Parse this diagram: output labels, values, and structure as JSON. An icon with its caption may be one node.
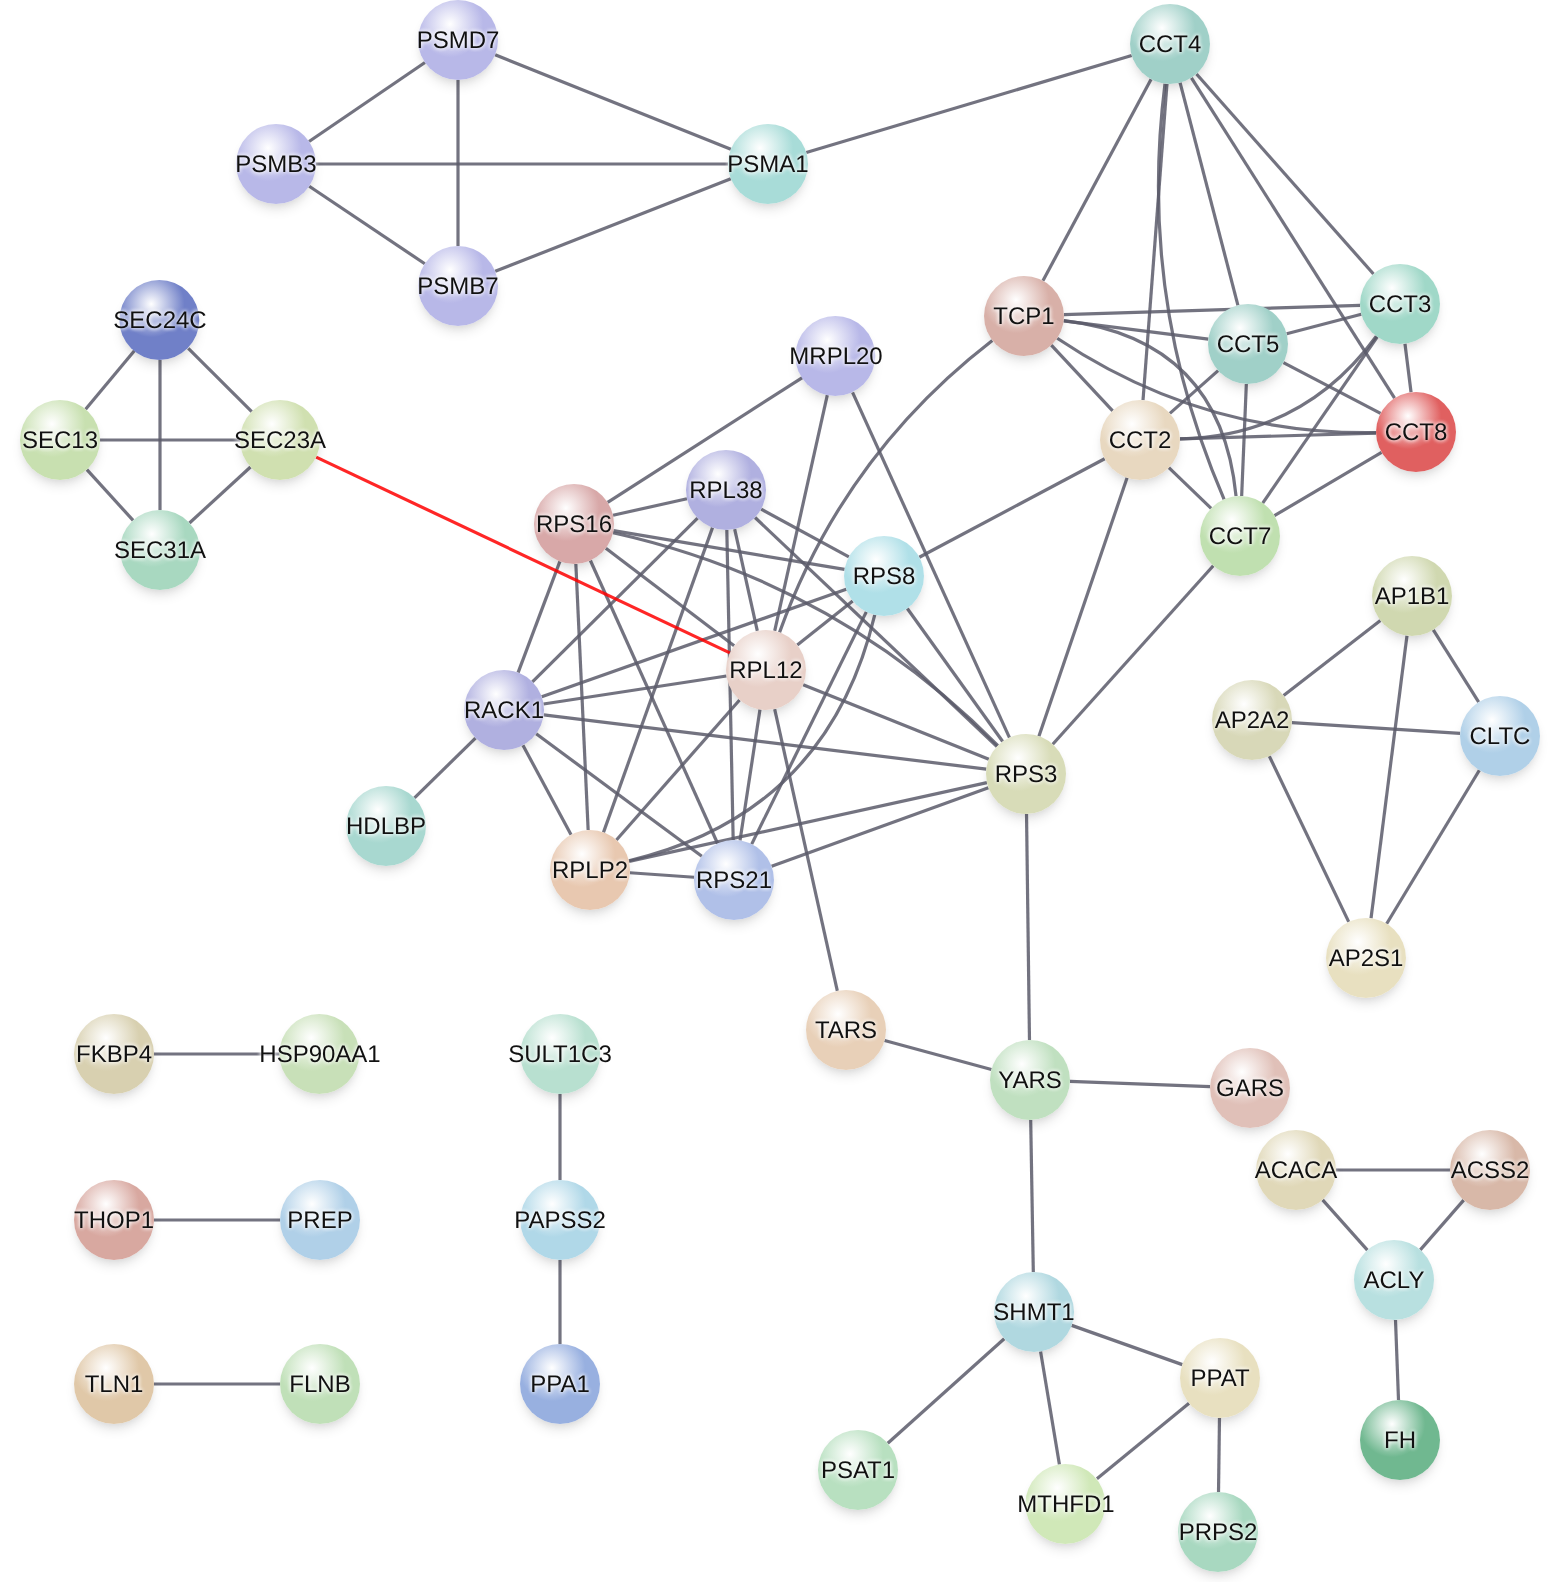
{
  "diagram": {
    "nodes": [
      {
        "text": [
          "PSMD7"
        ]
      },
      {
        "text": [
          "PSMB3"
        ]
      },
      {
        "text": [
          "PSMA1"
        ]
      },
      {
        "text": [
          "CCT4"
        ]
      },
      {
        "text": [
          "PSMB7"
        ]
      },
      {
        "text": [
          "TCP1"
        ]
      },
      {
        "text": [
          "CCT3"
        ]
      },
      {
        "text": [
          "CCT5"
        ]
      },
      {
        "text": [
          "MRPL20"
        ]
      },
      {
        "text": [
          "CCT2"
        ]
      },
      {
        "text": [
          "CCT8"
        ]
      },
      {
        "text": [
          "CCT7"
        ]
      },
      {
        "text": [
          "SEC24C"
        ]
      },
      {
        "text": [
          "RPL38"
        ]
      },
      {
        "text": [
          "RPS16"
        ]
      },
      {
        "text": [
          "RPS8"
        ]
      },
      {
        "text": [
          "SEC13"
        ]
      },
      {
        "text": [
          "SEC23A"
        ]
      },
      {
        "text": [
          "RPL12"
        ]
      },
      {
        "text": [
          "RACK1"
        ]
      },
      {
        "text": [
          "SEC31A"
        ]
      },
      {
        "text": [
          "AP1B1"
        ]
      },
      {
        "text": [
          "AP2A2"
        ]
      },
      {
        "text": [
          "CLTC"
        ]
      },
      {
        "text": [
          "RPS3"
        ]
      },
      {
        "text": [
          "HDLBP"
        ]
      },
      {
        "text": [
          "RPLP2"
        ]
      },
      {
        "text": [
          "RPS21"
        ]
      },
      {
        "text": [
          "AP2S1"
        ]
      },
      {
        "text": [
          "FKBP4"
        ]
      },
      {
        "text": [
          "HSP90AA1"
        ]
      },
      {
        "text": [
          "SULT1C3"
        ]
      },
      {
        "text": [
          "TARS"
        ]
      },
      {
        "text": [
          "YARS"
        ]
      },
      {
        "text": [
          "GARS"
        ]
      },
      {
        "text": [
          "THOP1"
        ]
      },
      {
        "text": [
          "PREP"
        ]
      },
      {
        "text": [
          "PAPSS2"
        ]
      },
      {
        "text": [
          "ACACA"
        ]
      },
      {
        "text": [
          "ACSS2"
        ]
      },
      {
        "text": [
          "ACLY"
        ]
      },
      {
        "text": [
          "TLN1"
        ]
      },
      {
        "text": [
          "FLNB"
        ]
      },
      {
        "text": [
          "PPA1"
        ]
      },
      {
        "text": [
          "SHMT1"
        ]
      },
      {
        "text": [
          "PPAT"
        ]
      },
      {
        "text": [
          "FH"
        ]
      },
      {
        "text": [
          "PSAT1"
        ]
      },
      {
        "text": [
          "MTHFD1"
        ]
      },
      {
        "text": [
          "PRPS2"
        ]
      }
    ],
    "edges": [
      {
        "from": 0,
        "to": 1,
        "arrow": "none"
      },
      {
        "from": 0,
        "to": 2,
        "arrow": "none"
      },
      {
        "from": 0,
        "to": 4,
        "arrow": "none"
      },
      {
        "from": 1,
        "to": 2,
        "arrow": "none"
      },
      {
        "from": 1,
        "to": 4,
        "arrow": "none"
      },
      {
        "from": 4,
        "to": 2,
        "arrow": "none"
      },
      {
        "from": 2,
        "to": 3,
        "arrow": "none"
      },
      {
        "from": 3,
        "to": 5,
        "arrow": "none"
      },
      {
        "from": 3,
        "to": 6,
        "arrow": "none"
      },
      {
        "from": 3,
        "to": 7,
        "arrow": "none"
      },
      {
        "from": 3,
        "to": 9,
        "arrow": "none"
      },
      {
        "from": 3,
        "to": 10,
        "arrow": "none"
      },
      {
        "from": 3,
        "to": 11,
        "arrow": "none"
      },
      {
        "from": 5,
        "to": 6,
        "arrow": "none"
      },
      {
        "from": 5,
        "to": 7,
        "arrow": "none"
      },
      {
        "from": 5,
        "to": 9,
        "arrow": "none"
      },
      {
        "from": 5,
        "to": 10,
        "arrow": "none"
      },
      {
        "from": 5,
        "to": 11,
        "arrow": "none"
      },
      {
        "from": 6,
        "to": 7,
        "arrow": "none"
      },
      {
        "from": 6,
        "to": 9,
        "arrow": "none"
      },
      {
        "from": 6,
        "to": 10,
        "arrow": "none"
      },
      {
        "from": 6,
        "to": 11,
        "arrow": "none"
      },
      {
        "from": 7,
        "to": 9,
        "arrow": "none"
      },
      {
        "from": 7,
        "to": 10,
        "arrow": "none"
      },
      {
        "from": 7,
        "to": 11,
        "arrow": "none"
      },
      {
        "from": 9,
        "to": 10,
        "arrow": "none"
      },
      {
        "from": 9,
        "to": 11,
        "arrow": "none"
      },
      {
        "from": 10,
        "to": 11,
        "arrow": "none"
      },
      {
        "from": 5,
        "to": 18,
        "arrow": "none"
      },
      {
        "from": 9,
        "to": 15,
        "arrow": "none"
      },
      {
        "from": 9,
        "to": 24,
        "arrow": "none"
      },
      {
        "from": 11,
        "to": 24,
        "arrow": "none"
      },
      {
        "from": 8,
        "to": 14,
        "arrow": "none"
      },
      {
        "from": 8,
        "to": 18,
        "arrow": "none"
      },
      {
        "from": 8,
        "to": 24,
        "arrow": "none"
      },
      {
        "from": 13,
        "to": 14,
        "arrow": "none"
      },
      {
        "from": 13,
        "to": 15,
        "arrow": "none"
      },
      {
        "from": 13,
        "to": 18,
        "arrow": "none"
      },
      {
        "from": 13,
        "to": 19,
        "arrow": "none"
      },
      {
        "from": 13,
        "to": 26,
        "arrow": "none"
      },
      {
        "from": 13,
        "to": 27,
        "arrow": "none"
      },
      {
        "from": 13,
        "to": 24,
        "arrow": "none"
      },
      {
        "from": 14,
        "to": 15,
        "arrow": "none"
      },
      {
        "from": 14,
        "to": 18,
        "arrow": "none"
      },
      {
        "from": 14,
        "to": 19,
        "arrow": "none"
      },
      {
        "from": 14,
        "to": 26,
        "arrow": "none"
      },
      {
        "from": 14,
        "to": 27,
        "arrow": "none"
      },
      {
        "from": 14,
        "to": 24,
        "arrow": "none"
      },
      {
        "from": 15,
        "to": 18,
        "arrow": "none"
      },
      {
        "from": 15,
        "to": 19,
        "arrow": "none"
      },
      {
        "from": 15,
        "to": 26,
        "arrow": "none"
      },
      {
        "from": 15,
        "to": 27,
        "arrow": "none"
      },
      {
        "from": 15,
        "to": 24,
        "arrow": "none"
      },
      {
        "from": 18,
        "to": 19,
        "arrow": "none"
      },
      {
        "from": 18,
        "to": 26,
        "arrow": "none"
      },
      {
        "from": 18,
        "to": 27,
        "arrow": "none"
      },
      {
        "from": 18,
        "to": 24,
        "arrow": "none"
      },
      {
        "from": 18,
        "to": 32,
        "arrow": "none"
      },
      {
        "from": 19,
        "to": 25,
        "arrow": "none"
      },
      {
        "from": 19,
        "to": 26,
        "arrow": "none"
      },
      {
        "from": 19,
        "to": 27,
        "arrow": "none"
      },
      {
        "from": 19,
        "to": 24,
        "arrow": "none"
      },
      {
        "from": 26,
        "to": 27,
        "arrow": "none"
      },
      {
        "from": 26,
        "to": 24,
        "arrow": "none"
      },
      {
        "from": 27,
        "to": 24,
        "arrow": "none"
      },
      {
        "from": 17,
        "to": 18,
        "arrow": "none",
        "color": "#ff0000"
      },
      {
        "from": 12,
        "to": 16,
        "arrow": "none"
      },
      {
        "from": 12,
        "to": 17,
        "arrow": "none"
      },
      {
        "from": 12,
        "to": 20,
        "arrow": "none"
      },
      {
        "from": 16,
        "to": 17,
        "arrow": "none"
      },
      {
        "from": 16,
        "to": 20,
        "arrow": "none"
      },
      {
        "from": 17,
        "to": 20,
        "arrow": "none"
      },
      {
        "from": 21,
        "to": 22,
        "arrow": "none"
      },
      {
        "from": 21,
        "to": 23,
        "arrow": "none"
      },
      {
        "from": 21,
        "to": 28,
        "arrow": "none"
      },
      {
        "from": 22,
        "to": 23,
        "arrow": "none"
      },
      {
        "from": 22,
        "to": 28,
        "arrow": "none"
      },
      {
        "from": 23,
        "to": 28,
        "arrow": "none"
      },
      {
        "from": 24,
        "to": 33,
        "arrow": "none"
      },
      {
        "from": 29,
        "to": 30,
        "arrow": "none"
      },
      {
        "from": 35,
        "to": 36,
        "arrow": "none"
      },
      {
        "from": 41,
        "to": 42,
        "arrow": "none"
      },
      {
        "from": 31,
        "to": 37,
        "arrow": "none"
      },
      {
        "from": 37,
        "to": 43,
        "arrow": "none"
      },
      {
        "from": 32,
        "to": 33,
        "arrow": "none"
      },
      {
        "from": 33,
        "to": 34,
        "arrow": "none"
      },
      {
        "from": 33,
        "to": 44,
        "arrow": "none"
      },
      {
        "from": 44,
        "to": 45,
        "arrow": "none"
      },
      {
        "from": 44,
        "to": 47,
        "arrow": "none"
      },
      {
        "from": 44,
        "to": 48,
        "arrow": "none"
      },
      {
        "from": 45,
        "to": 48,
        "arrow": "none"
      },
      {
        "from": 45,
        "to": 49,
        "arrow": "none"
      },
      {
        "from": 38,
        "to": 39,
        "arrow": "none"
      },
      {
        "from": 38,
        "to": 40,
        "arrow": "none"
      },
      {
        "from": 39,
        "to": 40,
        "arrow": "none"
      },
      {
        "from": 40,
        "to": 46,
        "arrow": "none"
      }
    ]
  }
}
